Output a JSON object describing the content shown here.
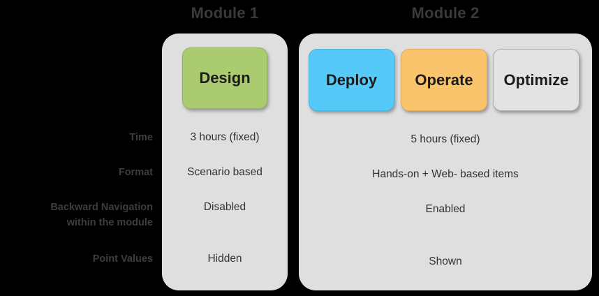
{
  "modules": [
    {
      "id": "module1",
      "title": "Module 1",
      "phases": [
        {
          "label": "Design",
          "color": "#aacb70"
        }
      ],
      "values": {
        "time": "3 hours (fixed)",
        "format": "Scenario based",
        "backward_navigation": "Disabled",
        "point_values": "Hidden"
      }
    },
    {
      "id": "module2",
      "title": "Module 2",
      "phases": [
        {
          "label": "Deploy",
          "color": "#55c9f7"
        },
        {
          "label": "Operate",
          "color": "#f9c46c"
        },
        {
          "label": "Optimize",
          "color": "#e3e3e3"
        }
      ],
      "values": {
        "time": "5 hours (fixed)",
        "format": "Hands-on + Web- based items",
        "backward_navigation": "Enabled",
        "point_values": "Shown"
      }
    }
  ],
  "row_labels": {
    "time": "Time",
    "format": "Format",
    "backward_navigation": "Backward Navigation\nwithin the module",
    "point_values": "Point Values"
  },
  "colors": {
    "background": "#000000",
    "panel": "#dfdfdf",
    "label_text": "#3d3d3d",
    "value_text": "#333333",
    "title_text": "#3a3a3a",
    "design": "#aacb70",
    "deploy": "#55c9f7",
    "operate": "#f9c46c",
    "optimize": "#e3e3e3"
  }
}
